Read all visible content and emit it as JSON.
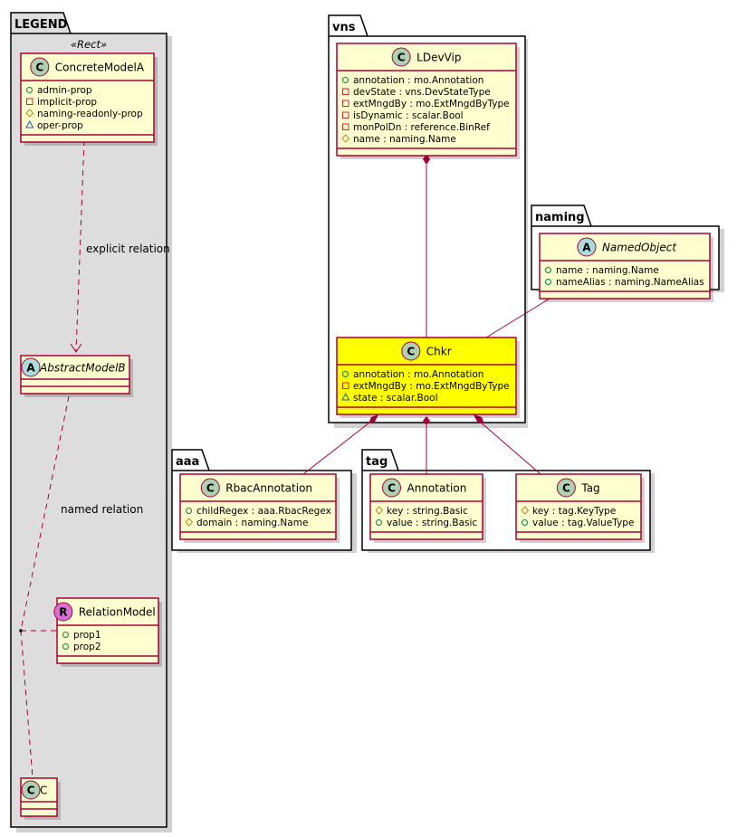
{
  "packages": {
    "legend": {
      "label": "LEGEND",
      "stereotype": "«Rect»"
    },
    "vns": {
      "label": "vns"
    },
    "naming": {
      "label": "naming"
    },
    "aaa": {
      "label": "aaa"
    },
    "tag": {
      "label": "tag"
    }
  },
  "classes": {
    "concrete_model_a": {
      "kind": "C",
      "name": "ConcreteModelA",
      "attributes": [
        {
          "visibility": "public",
          "text": "admin-prop"
        },
        {
          "visibility": "private",
          "text": "implicit-prop"
        },
        {
          "visibility": "protected",
          "text": "naming-readonly-prop"
        },
        {
          "visibility": "package",
          "text": "oper-prop"
        }
      ]
    },
    "abstract_model_b": {
      "kind": "A",
      "name": "AbstractModelB",
      "attributes": []
    },
    "relation_model": {
      "kind": "R",
      "name": "RelationModel",
      "attributes": [
        {
          "visibility": "public",
          "text": "prop1"
        },
        {
          "visibility": "public",
          "text": "prop2"
        }
      ]
    },
    "c": {
      "kind": "C",
      "name": "C",
      "attributes": []
    },
    "ldevvip": {
      "kind": "C",
      "name": "LDevVip",
      "attributes": [
        {
          "visibility": "public",
          "text": "annotation : mo.Annotation"
        },
        {
          "visibility": "private",
          "text": "devState : vns.DevStateType"
        },
        {
          "visibility": "private",
          "text": "extMngdBy : mo.ExtMngdByType"
        },
        {
          "visibility": "private",
          "text": "isDynamic : scalar.Bool"
        },
        {
          "visibility": "private",
          "text": "monPolDn : reference.BinRef"
        },
        {
          "visibility": "protected",
          "text": "name : naming.Name"
        }
      ]
    },
    "named_object": {
      "kind": "A",
      "name": "NamedObject",
      "attributes": [
        {
          "visibility": "public",
          "text": "name : naming.Name"
        },
        {
          "visibility": "public",
          "text": "nameAlias : naming.NameAlias"
        }
      ]
    },
    "chkr": {
      "kind": "C",
      "name": "Chkr",
      "highlight_color": "#ffff00",
      "attributes": [
        {
          "visibility": "public",
          "text": "annotation : mo.Annotation"
        },
        {
          "visibility": "private",
          "text": "extMngdBy : mo.ExtMngdByType"
        },
        {
          "visibility": "package",
          "text": "state : scalar.Bool"
        }
      ]
    },
    "rbac_annotation": {
      "kind": "C",
      "name": "RbacAnnotation",
      "attributes": [
        {
          "visibility": "public",
          "text": "childRegex : aaa.RbacRegex"
        },
        {
          "visibility": "protected",
          "text": "domain : naming.Name"
        }
      ]
    },
    "annotation": {
      "kind": "C",
      "name": "Annotation",
      "attributes": [
        {
          "visibility": "protected",
          "text": "key : string.Basic"
        },
        {
          "visibility": "public",
          "text": "value : string.Basic"
        }
      ]
    },
    "tag": {
      "kind": "C",
      "name": "Tag",
      "attributes": [
        {
          "visibility": "protected",
          "text": "key : tag.KeyType"
        },
        {
          "visibility": "public",
          "text": "value : tag.ValueType"
        }
      ]
    }
  },
  "relations": {
    "explicit": {
      "label": "explicit relation",
      "from": "ConcreteModelA",
      "to": "AbstractModelB",
      "type": "dependency"
    },
    "named": {
      "label": "named relation",
      "from": "AbstractModelB",
      "to": "C",
      "type": "association-class",
      "association_class": "RelationModel"
    },
    "ldevvip_chkr": {
      "from": "LDevVip",
      "to": "Chkr",
      "type": "composition"
    },
    "chkr_namedobject": {
      "from": "Chkr",
      "to": "NamedObject",
      "type": "generalization"
    },
    "chkr_rbac": {
      "from": "Chkr",
      "to": "RbacAnnotation",
      "type": "composition"
    },
    "chkr_annotation": {
      "from": "Chkr",
      "to": "Annotation",
      "type": "composition"
    },
    "chkr_tag": {
      "from": "Chkr",
      "to": "Tag",
      "type": "composition"
    }
  },
  "colors": {
    "class_fill": "#fefece",
    "class_border": "#a80036",
    "highlight": "#ffff00",
    "legend_bg": "#dddddd",
    "visibility_public": "#038048",
    "visibility_private": "#c82930",
    "visibility_protected": "#b38d22",
    "visibility_package": "#1963a0"
  }
}
